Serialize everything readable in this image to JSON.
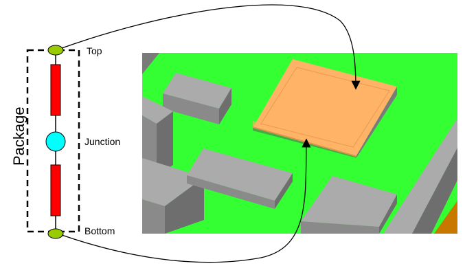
{
  "diagram": {
    "package_label": "Package",
    "top_label": "Top",
    "junction_label": "Junction",
    "bottom_label": "Bottom"
  },
  "colors": {
    "board": "#33ff33",
    "component_top": "#ababab",
    "component_side": "#7a7a7a",
    "hot_component": "#ffb366",
    "resistor": "#ff0000",
    "node": "#99cc00",
    "junction": "#00ffff",
    "corner_block": "#c87800"
  }
}
